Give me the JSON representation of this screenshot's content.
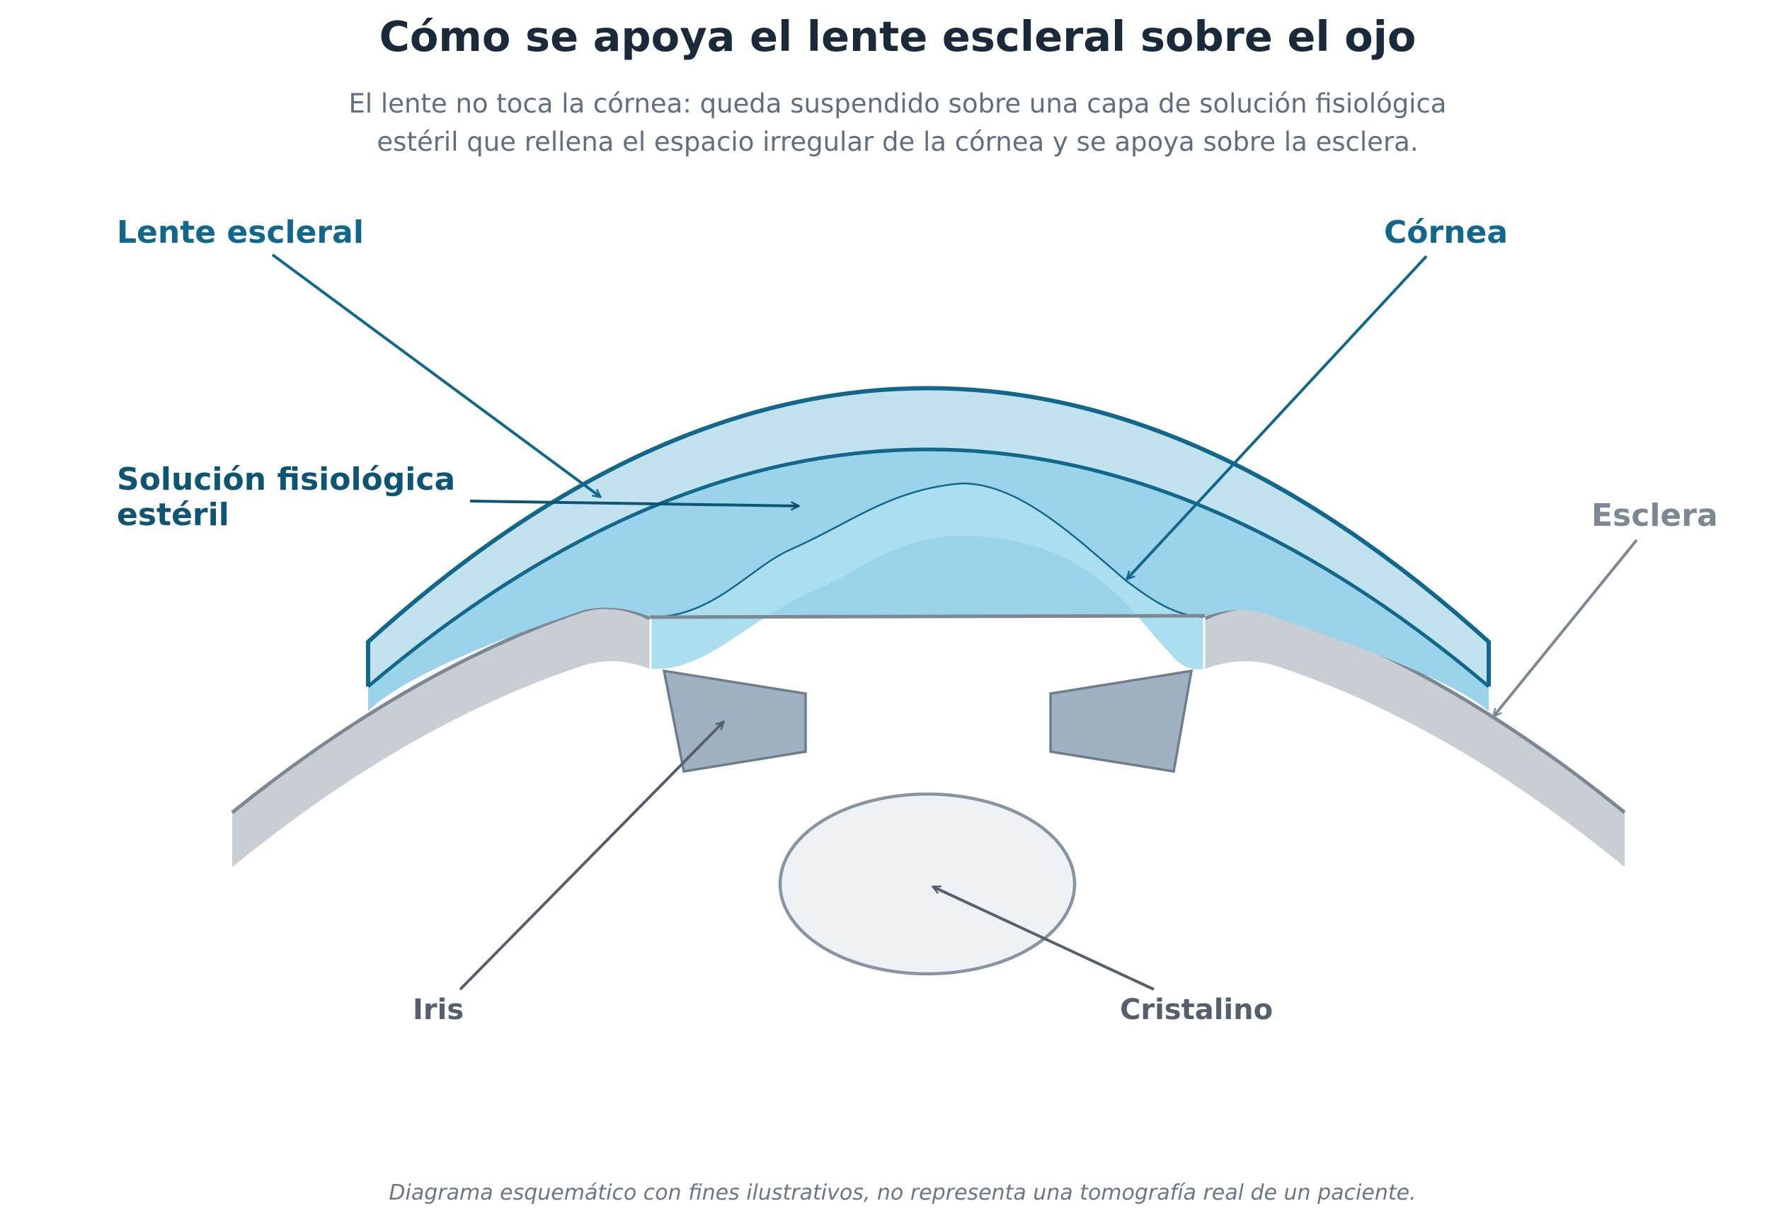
{
  "title": "Cómo se apoya el lente escleral sobre el ojo",
  "subtitle_lines": [
    "El lente no toca la córnea: queda suspendido sobre una capa de solución fisiológica",
    "estéril que rellena el espacio irregular de la córnea y se apoya sobre la esclera."
  ],
  "labels": {
    "lens": "Lente escleral",
    "solution_line1": "Solución fisiológica",
    "solution_line2": "estéril",
    "cornea": "Córnea",
    "sclera": "Esclera",
    "iris": "Iris",
    "crystalline": "Cristalino"
  },
  "footnote": "Diagrama esquemático con fines ilustrativos, no representa una tomografía real de un paciente.",
  "colors": {
    "lens_fill": "#c3e2f0",
    "lens_stroke": "#12688c",
    "solution_fill": "#9bd4ea",
    "cornea_fill": "#abdff0",
    "sclera_fill": "#c9cdd4",
    "sclera_stroke": "#7d8895",
    "iris_fill": "#a0b2c1",
    "iris_stroke": "#6d7d8b",
    "crystalline_fill": "#eef2f5",
    "crystalline_stroke": "#8794a2"
  }
}
